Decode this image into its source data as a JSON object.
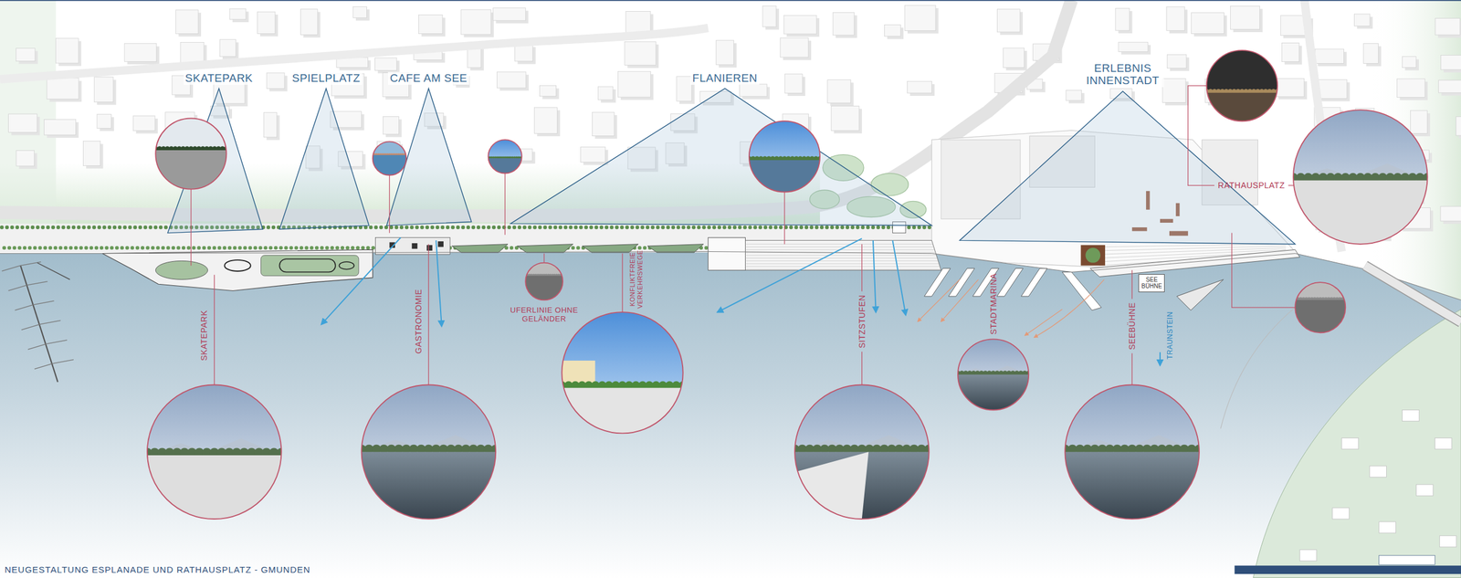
{
  "diagram": {
    "title": "NEUGESTALTUNG ESPLANADE UND RATHAUSPLATZ - GMUNDEN",
    "nodes": [
      {
        "text": [
          "SEE BÜHNE"
        ]
      }
    ],
    "labels": [
      "SKATEPARK",
      "SPIELPLATZ",
      "CAFE AM SEE",
      "FLANIEREN",
      "ERLEBNIS INNENSTADT",
      "RATHAUSPLATZ",
      "UFERLINIE OHNE GELÄNDER",
      "KONFLIKTFREIE VERKEHRSWEGE",
      "SKATEPARK",
      "GASTRONOMIE",
      "SITZSTUFEN",
      "STADTMARINA",
      "SEEBÜHNE",
      "TRAUNSTEIN"
    ]
  }
}
